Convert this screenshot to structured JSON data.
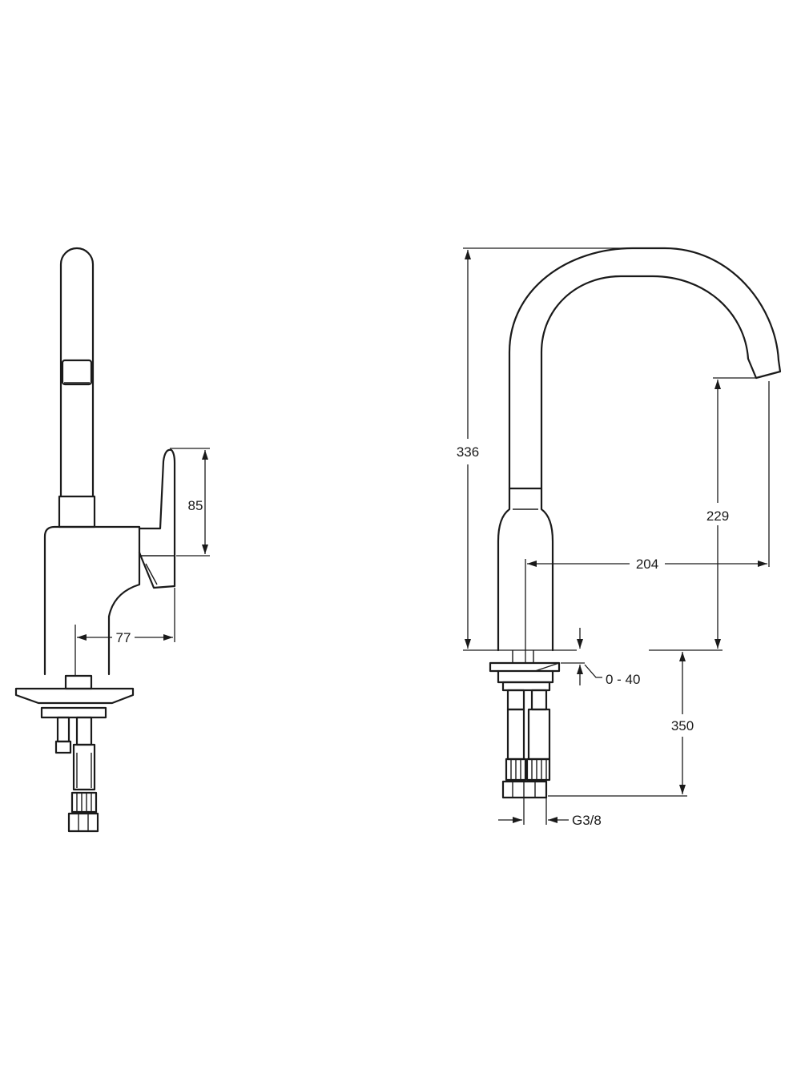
{
  "dimensions": {
    "lever_height": "85",
    "lever_offset": "77",
    "total_height": "336",
    "spout_clearance": "229",
    "spout_reach": "204",
    "worktop_thickness": "0 - 40",
    "hose_length": "350",
    "connection_thread": "G3/8"
  }
}
